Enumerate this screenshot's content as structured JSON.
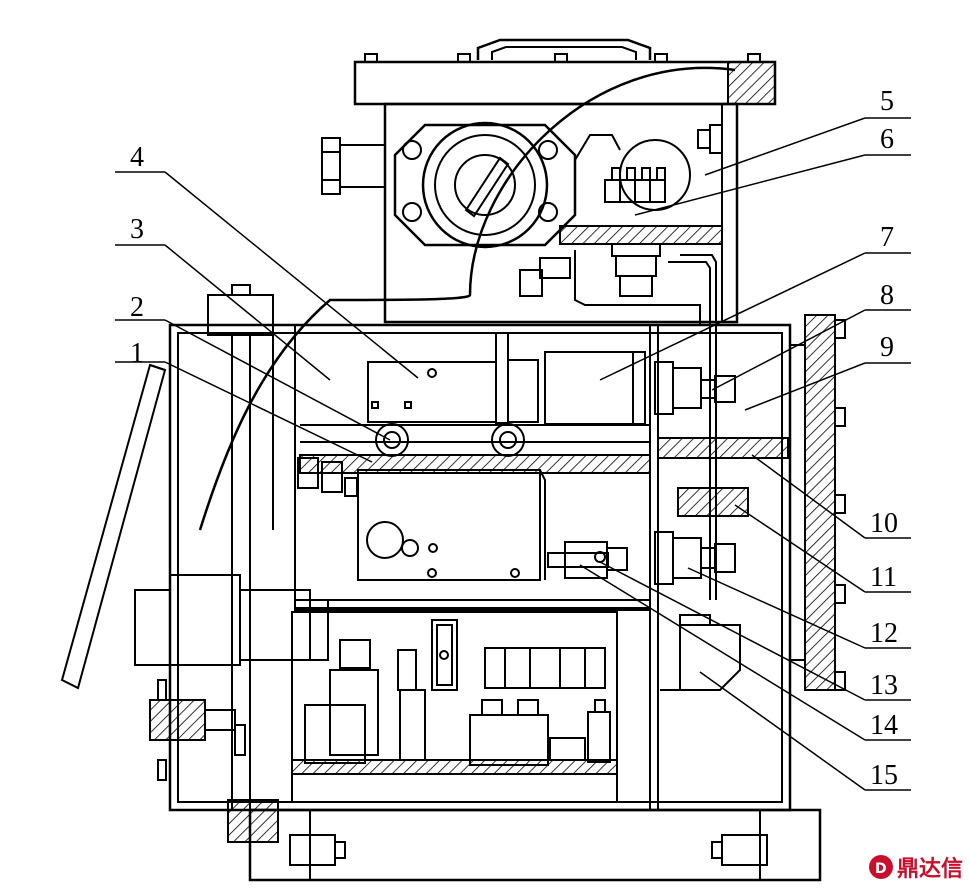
{
  "diagram": {
    "labels": [
      "1",
      "2",
      "3",
      "4",
      "5",
      "6",
      "7",
      "8",
      "9",
      "10",
      "11",
      "12",
      "13",
      "14",
      "15"
    ],
    "watermark": "鼎达信"
  },
  "colors": {
    "line": "#000000",
    "background": "#ffffff",
    "watermark": "#c8102e"
  }
}
